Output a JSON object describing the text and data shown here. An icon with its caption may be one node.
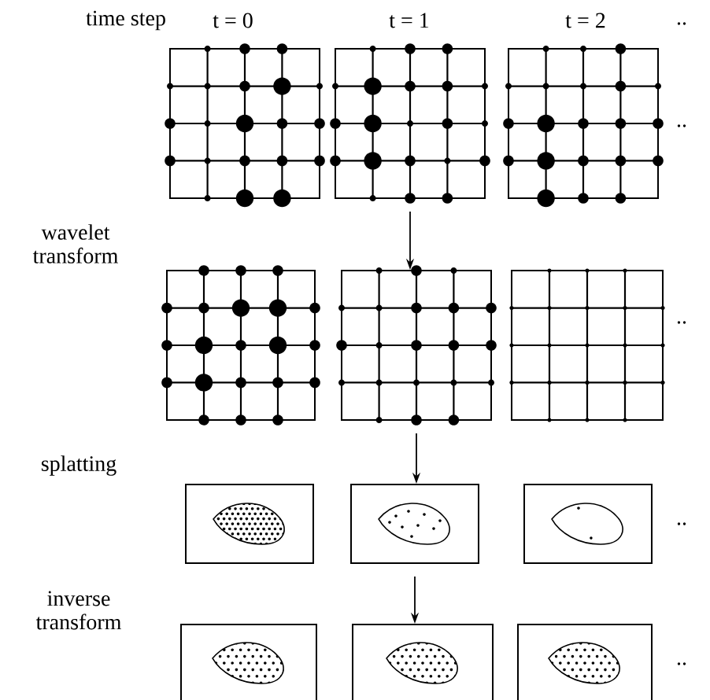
{
  "diagram": {
    "nodes": [
      {
        "text": [],
        "shape": "box"
      },
      {
        "text": [],
        "shape": "box"
      },
      {
        "text": [],
        "shape": "box"
      },
      {
        "text": [],
        "shape": "box"
      },
      {
        "text": [],
        "shape": "box"
      },
      {
        "text": [],
        "shape": "box"
      },
      {
        "text": [],
        "shape": "box"
      },
      {
        "text": [],
        "shape": "box"
      },
      {
        "text": [],
        "shape": "box"
      },
      {
        "text": [],
        "shape": "box"
      },
      {
        "text": [],
        "shape": "box"
      },
      {
        "text": [],
        "shape": "box"
      }
    ],
    "edges": [
      {
        "from": 1,
        "to": 4,
        "arrow": "to"
      },
      {
        "from": 4,
        "to": 7,
        "arrow": "to"
      },
      {
        "from": 7,
        "to": 10,
        "arrow": "to"
      }
    ],
    "labels": [
      "time step",
      "t = 0",
      "t = 1",
      "t = 2",
      "..",
      "..",
      "wavelet transform",
      "..",
      "splatting",
      "..",
      "inverse transform",
      ".."
    ]
  }
}
